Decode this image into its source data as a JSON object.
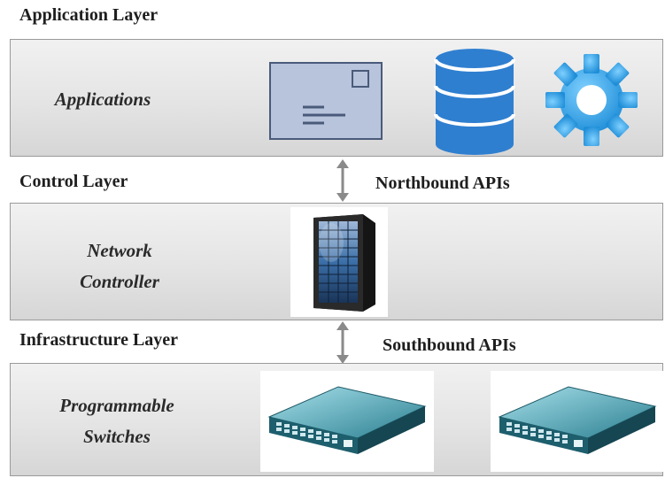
{
  "layers": {
    "application": {
      "title": "Application Layer",
      "panel_label": "Applications",
      "icons": [
        "envelope-icon",
        "database-icon",
        "gear-icon"
      ]
    },
    "control": {
      "title": "Control Layer",
      "api_label": "Northbound APIs",
      "panel_label_line1": "Network",
      "panel_label_line2": "Controller",
      "icons": [
        "server-tower-icon"
      ]
    },
    "infrastructure": {
      "title": "Infrastructure Layer",
      "api_label": "Southbound APIs",
      "panel_label_line1": "Programmable",
      "panel_label_line2": "Switches",
      "icons": [
        "network-switch-icon",
        "network-switch-icon"
      ]
    }
  },
  "colors": {
    "panel_border": "#9a9a9a",
    "database": "#2f7fd0",
    "gear": "#3aa8ec",
    "envelope": "#b8c4dc",
    "switch": "#2a7e90",
    "arrow": "#8a8a8a"
  }
}
